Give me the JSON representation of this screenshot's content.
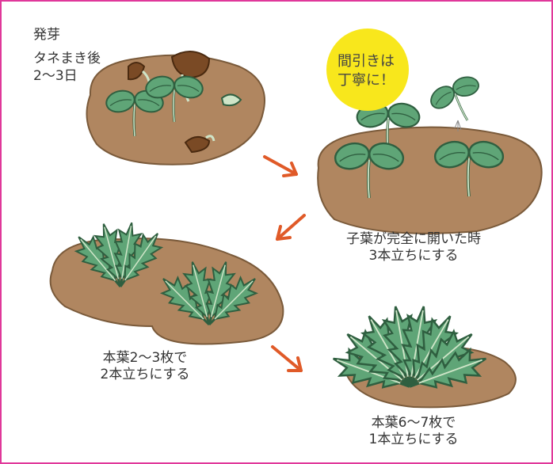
{
  "stages": {
    "sprout": {
      "title": "発芽",
      "timing_line1": "タネまき後",
      "timing_line2": "2〜3日"
    },
    "cotyledon": {
      "line1": "子葉が完全に開いた時",
      "line2": "3本立ちにする"
    },
    "true_leaves_2_3": {
      "line1": "本葉2〜3枚で",
      "line2": "2本立ちにする"
    },
    "true_leaves_6_7": {
      "line1": "本葉6〜7枚で",
      "line2": "1本立ちにする"
    }
  },
  "callout": {
    "line1": "間引きは",
    "line2": "丁寧に！"
  },
  "colors": {
    "border": "#e0389a",
    "soil": "#b08660",
    "leaf": "#5fa577",
    "leaf_dark": "#3f7f5a",
    "seed": "#7a4a25",
    "arrow": "#e05a28",
    "callout_bg": "#f8e71c"
  }
}
